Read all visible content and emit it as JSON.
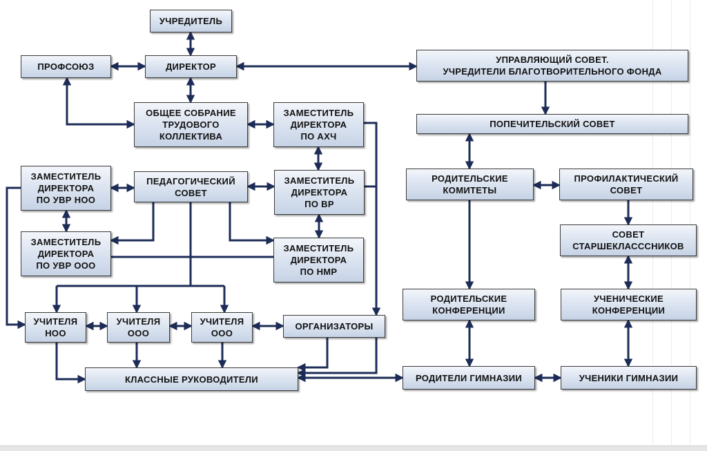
{
  "nodes": {
    "uchreditel": "УЧРЕДИТЕЛЬ",
    "profsoyuz": "ПРОФСОЮЗ",
    "direktor": "ДИРЕКТОР",
    "upravl_sovet": "УПРАВЛЯЮЩИЙ СОВЕТ.\nУЧРЕДИТЕЛИ БЛАГОТВОРИТЕЛЬНОГО ФОНДА",
    "obshchee_sobranie": "ОБЩЕЕ СОБРАНИЕ\nТРУДОВОГО\nКОЛЛЕКТИВА",
    "zam_ahch": "ЗАМЕСТИТЕЛЬ\nДИРЕКТОРА\nПО АХЧ",
    "popechitelskiy": "ПОПЕЧИТЕЛЬСКИЙ СОВЕТ",
    "zam_uvr_noo": "ЗАМЕСТИТЕЛЬ\nДИРЕКТОРА\nПО УВР НОО",
    "ped_sovet": "ПЕДАГОГИЧЕСКИЙ\nСОВЕТ",
    "zam_vr": "ЗАМЕСТИТЕЛЬ\nДИРЕКТОРА\nПО ВР",
    "rod_komitety": "РОДИТЕЛЬСКИЕ\nКОМИТЕТЫ",
    "profilakt": "ПРОФИЛАКТИЧЕСКИЙ\nСОВЕТ",
    "zam_uvr_ooo": "ЗАМЕСТИТЕЛЬ\nДИРЕКТОРА\nПО УВР ООО",
    "zam_nmr": "ЗАМЕСТИТЕЛЬ\nДИРЕКТОРА\nПО НМР",
    "sovet_starsh": "СОВЕТ\nСТАРШЕКЛАСССНИКОВ",
    "rod_konf": "РОДИТЕЛЬСКИЕ\nКОНФЕРЕНЦИИ",
    "uchen_konf": "УЧЕНИЧЕСКИЕ\nКОНФЕРЕНЦИИ",
    "uchitelya_noo": "УЧИТЕЛЯ\nНОО",
    "uchitelya_ooo_1": "УЧИТЕЛЯ\nООО",
    "uchitelya_ooo_2": "УЧИТЕЛЯ\nООО",
    "organizatory": "ОРГАНИЗАТОРЫ",
    "klass_ruk": "КЛАССНЫЕ РУКОВОДИТЕЛИ",
    "roditeli": "РОДИТЕЛИ ГИМНАЗИИ",
    "ucheniki": "УЧЕНИКИ ГИМНАЗИИ"
  },
  "colors": {
    "connector": "#1c2c57",
    "node_border": "#3a3a3a",
    "text": "#111111"
  }
}
